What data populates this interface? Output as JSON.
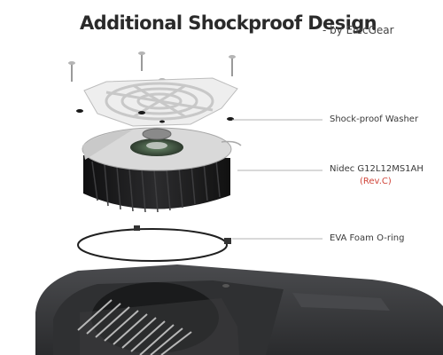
{
  "header": {
    "title": "Additional Shockproof Design",
    "byline": "- by ElecGear"
  },
  "callouts": [
    {
      "label": "Shock-proof Washer"
    },
    {
      "label": "Nidec G12L12MS1AH"
    },
    {
      "label": "(Rev.C)"
    },
    {
      "label": "EVA Foam O-ring"
    }
  ],
  "colors": {
    "accent": "#d0453a",
    "text": "#2a2a2a",
    "fan_body": "#1f1f1f",
    "console": "#3b3c3e"
  }
}
